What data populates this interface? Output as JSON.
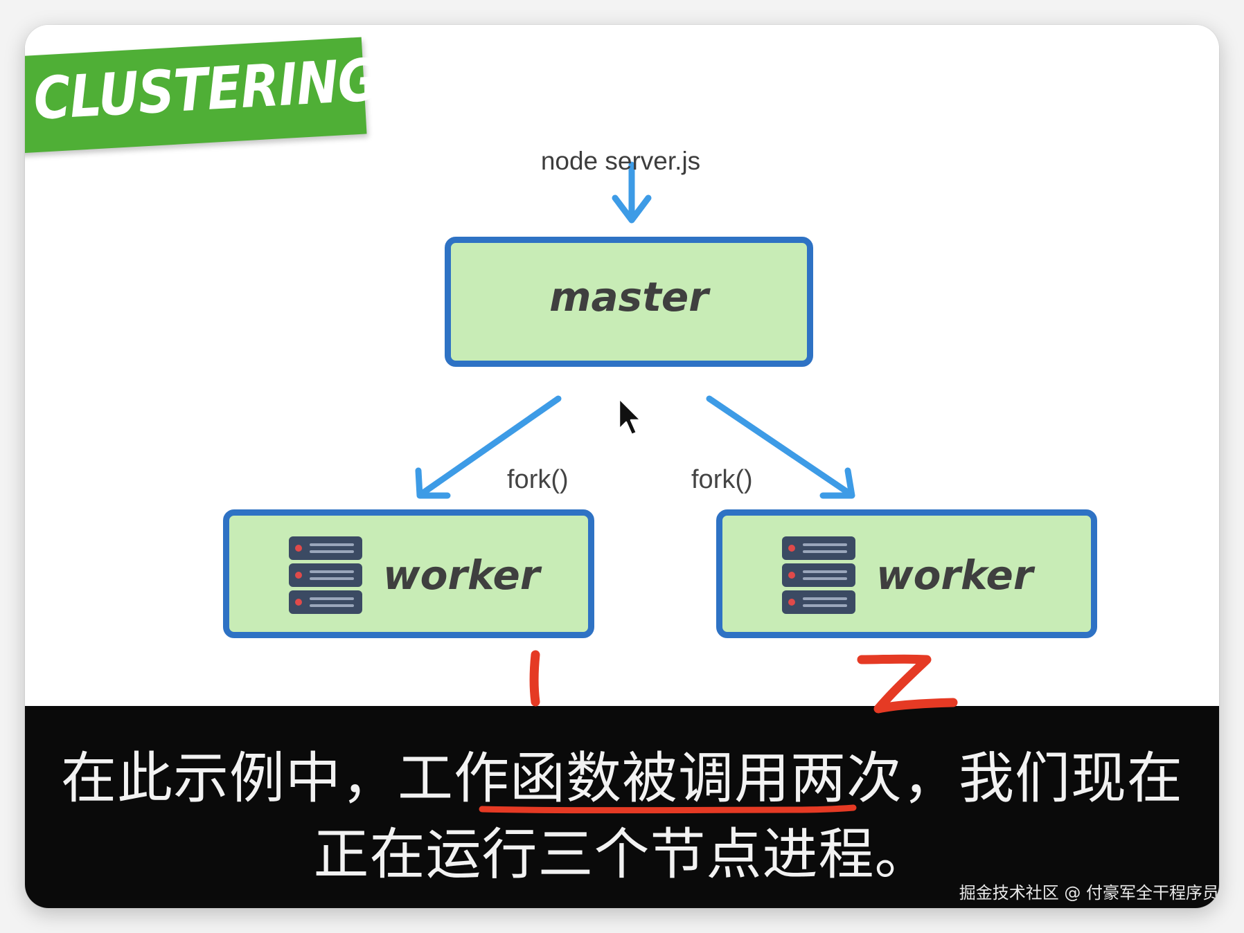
{
  "banner": {
    "title": "CLUSTERING"
  },
  "diagram": {
    "entry_command": "node server.js",
    "master_label": "master",
    "fork_left_label": "fork()",
    "fork_right_label": "fork()",
    "workers": [
      {
        "label": "worker",
        "icon": "server-stack-icon"
      },
      {
        "label": "worker",
        "icon": "server-stack-icon"
      }
    ],
    "colors": {
      "box_fill": "#c8ecb6",
      "box_border": "#2e72c4",
      "arrow": "#3d9be6",
      "banner": "#4faf36",
      "annotation": "#e53a24"
    }
  },
  "annotations": {
    "mark_1": "1",
    "mark_2": "2"
  },
  "caption": {
    "line1": "在此示例中，工作函数被调用两次，我们现在",
    "line2": "正在运行三个节点进程。"
  },
  "credit": "掘金技术社区 @ 付豪军全干程序员"
}
